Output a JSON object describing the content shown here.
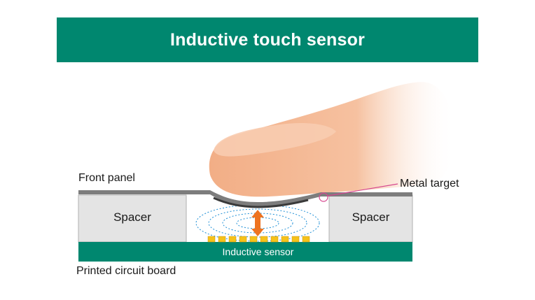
{
  "title": "Inductive touch sensor",
  "labels": {
    "front_panel": "Front panel",
    "metal_target": "Metal target",
    "spacer_left": "Spacer",
    "spacer_right": "Spacer",
    "inductive_sensor": "Inductive sensor",
    "printed_circuit_board": "Printed circuit board"
  },
  "colors": {
    "banner": "#00876f",
    "pcb": "#00876f",
    "spacer_fill": "#e4e4e4",
    "panel": "#808080",
    "field_lines": "#1e8fd6",
    "arrow": "#ee7320",
    "sensor_coils": "#f6c21a",
    "finger": "#f4b58e",
    "metal_target_marker": "#d6478f"
  },
  "icons": {
    "finger": "finger-pressing",
    "arrow": "double-headed-vertical-arrow"
  }
}
